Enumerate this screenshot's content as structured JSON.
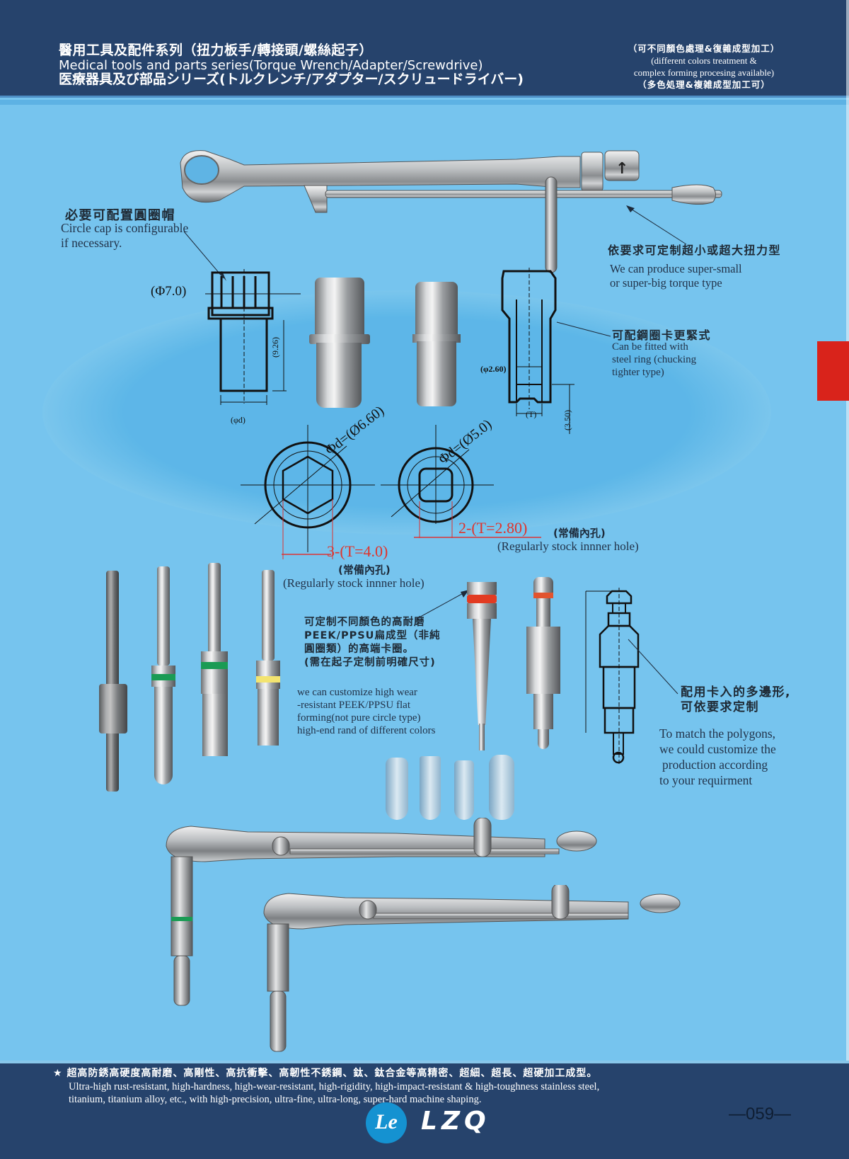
{
  "header": {
    "title_zh_tw": "醫用工具及配件系列（扭力板手/轉接頭/螺絲起子）",
    "title_en": "Medical tools and parts series(Torque Wrench/Adapter/Screwdrive)",
    "title_ja": "医療器具及び部品シリーズ(トルクレンチ/アダプター/スクリュードライバー)",
    "note_zh_tw": "（可不同顏色處理&復雜成型加工）",
    "note_en_1": "(different colors treatment &",
    "note_en_2": "complex forming procesing available)",
    "note_ja": "（多色処理&複雑成型加工可）"
  },
  "callouts": {
    "circle_cap": {
      "zh": "必要可配置圓圈帽",
      "en_1": "Circle cap is configurable",
      "en_2": "if necessary."
    },
    "torque_type": {
      "zh": "依要求可定制超小或超大扭力型",
      "en_1": "We can produce super-small",
      "en_2": "or super-big torque type"
    },
    "steel_ring": {
      "zh": "可配鋼圈卡更緊式",
      "en_1": "Can be fitted with",
      "en_2": "steel ring (chucking",
      "en_3": "tighter type)"
    },
    "peek_ring": {
      "zh_1": "可定制不同顏色的高耐磨",
      "zh_2": "PEEK/PPSU扁成型（非純",
      "zh_3": "圓圈類）的高端卡圈。",
      "zh_4": "(需在起子定制前明確尺寸)",
      "en_1": "we can customize high wear",
      "en_2": "-resistant PEEK/PPSU flat",
      "en_3": "forming(not pure circle type)",
      "en_4": "high-end rand of different colors"
    },
    "polygon": {
      "zh_1": "配用卡入的多邊形,",
      "zh_2": "可依要求定制",
      "en_1": "To match the polygons,",
      "en_2": "we could customize the",
      "en_3": "production according",
      "en_4": "to your requirment"
    }
  },
  "dimensions": {
    "phi_7": "(Φ7.0)",
    "h_926": "(9.26)",
    "phi_d": "(φd)",
    "phi_260": "(φ2.60)",
    "t": "(T)",
    "h_350": "(3.50)",
    "phi_d_660": "Φd=(Ø6.60)",
    "phi_d_50": "Φd=(Ø5.0)",
    "hex_t": "3-(T=4.0)",
    "sq_t": "2-(T=2.80)",
    "stock_zh": "(常備內孔)",
    "stock_en": "(Regularly stock innner hole)"
  },
  "footer": {
    "star": "★",
    "zh": "超高防銹高硬度高耐磨、高剛性、高抗衝擊、高韌性不銹鋼、鈦、鈦合金等高精密、超細、超長、超硬加工成型。",
    "en_1": "Ultra-high rust-resistant, high-hardness, high-wear-resistant, high-rigidity, high-impact-resistant & high-toughness stainless steel,",
    "en_2": "titanium, titanium alloy, etc., with high-precision, ultra-fine, ultra-long, super-hard machine shaping.",
    "logo_mark": "Le",
    "logo_text": "LZQ",
    "page_number": "—059—"
  },
  "colors": {
    "header_bg": "#26436c",
    "page_bg": "#76c4ee",
    "accent_red": "#d9231b",
    "dimension_red": "#e0332b",
    "logo_blue": "#1592d1"
  }
}
